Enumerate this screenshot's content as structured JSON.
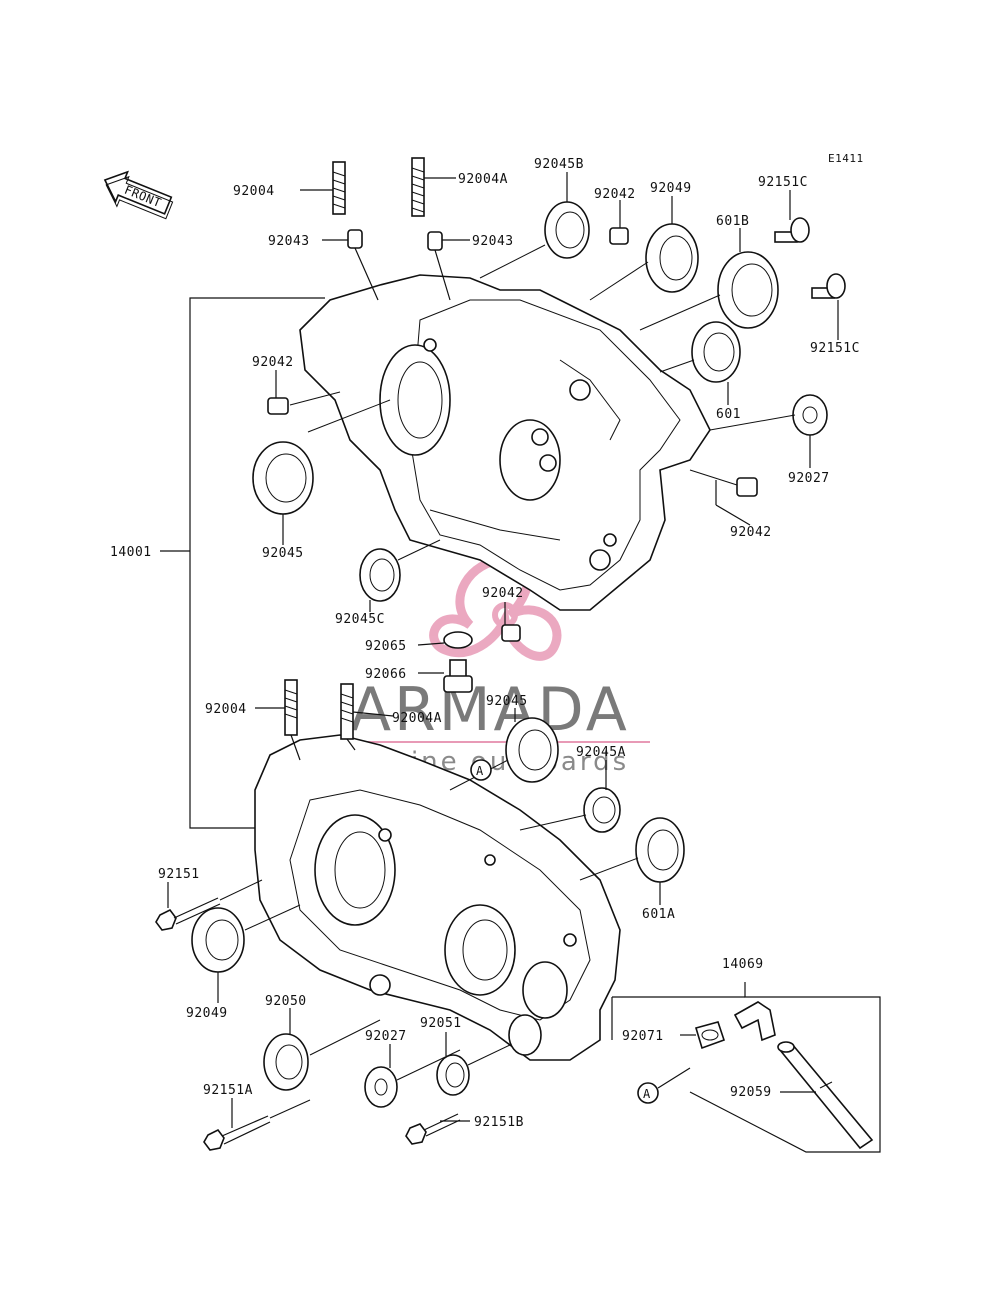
{
  "diagram_code": "E1411",
  "front_label": "FRONT",
  "callout_a": "A",
  "watermark": {
    "name": "ARMADA",
    "tagline": "marine outboards",
    "accent_color": "#e89ab6",
    "text_color": "#7a7a7a"
  },
  "labels": {
    "l_92004_top": "92004",
    "l_92004A_top": "92004A",
    "l_92043_left": "92043",
    "l_92043_right": "92043",
    "l_92045B": "92045B",
    "l_92042_top": "92042",
    "l_92049_top": "92049",
    "l_92151C_top": "92151C",
    "l_601B": "601B",
    "l_92151C_bot": "92151C",
    "l_92042_left": "92042",
    "l_601": "601",
    "l_92027_right": "92027",
    "l_92042_right": "92042",
    "l_92045": "92045",
    "l_14001": "14001",
    "l_92045C": "92045C",
    "l_92042_mid": "92042",
    "l_92065": "92065",
    "l_92066": "92066",
    "l_92004_bot": "92004",
    "l_92004A_bot": "92004A",
    "l_92045_bot": "92045",
    "l_92045A": "92045A",
    "l_92151": "92151",
    "l_601A": "601A",
    "l_92049_bot": "92049",
    "l_92050": "92050",
    "l_92027_bot": "92027",
    "l_92051": "92051",
    "l_14069": "14069",
    "l_92071": "92071",
    "l_92059": "92059",
    "l_92151A": "92151A",
    "l_92151B": "92151B"
  }
}
